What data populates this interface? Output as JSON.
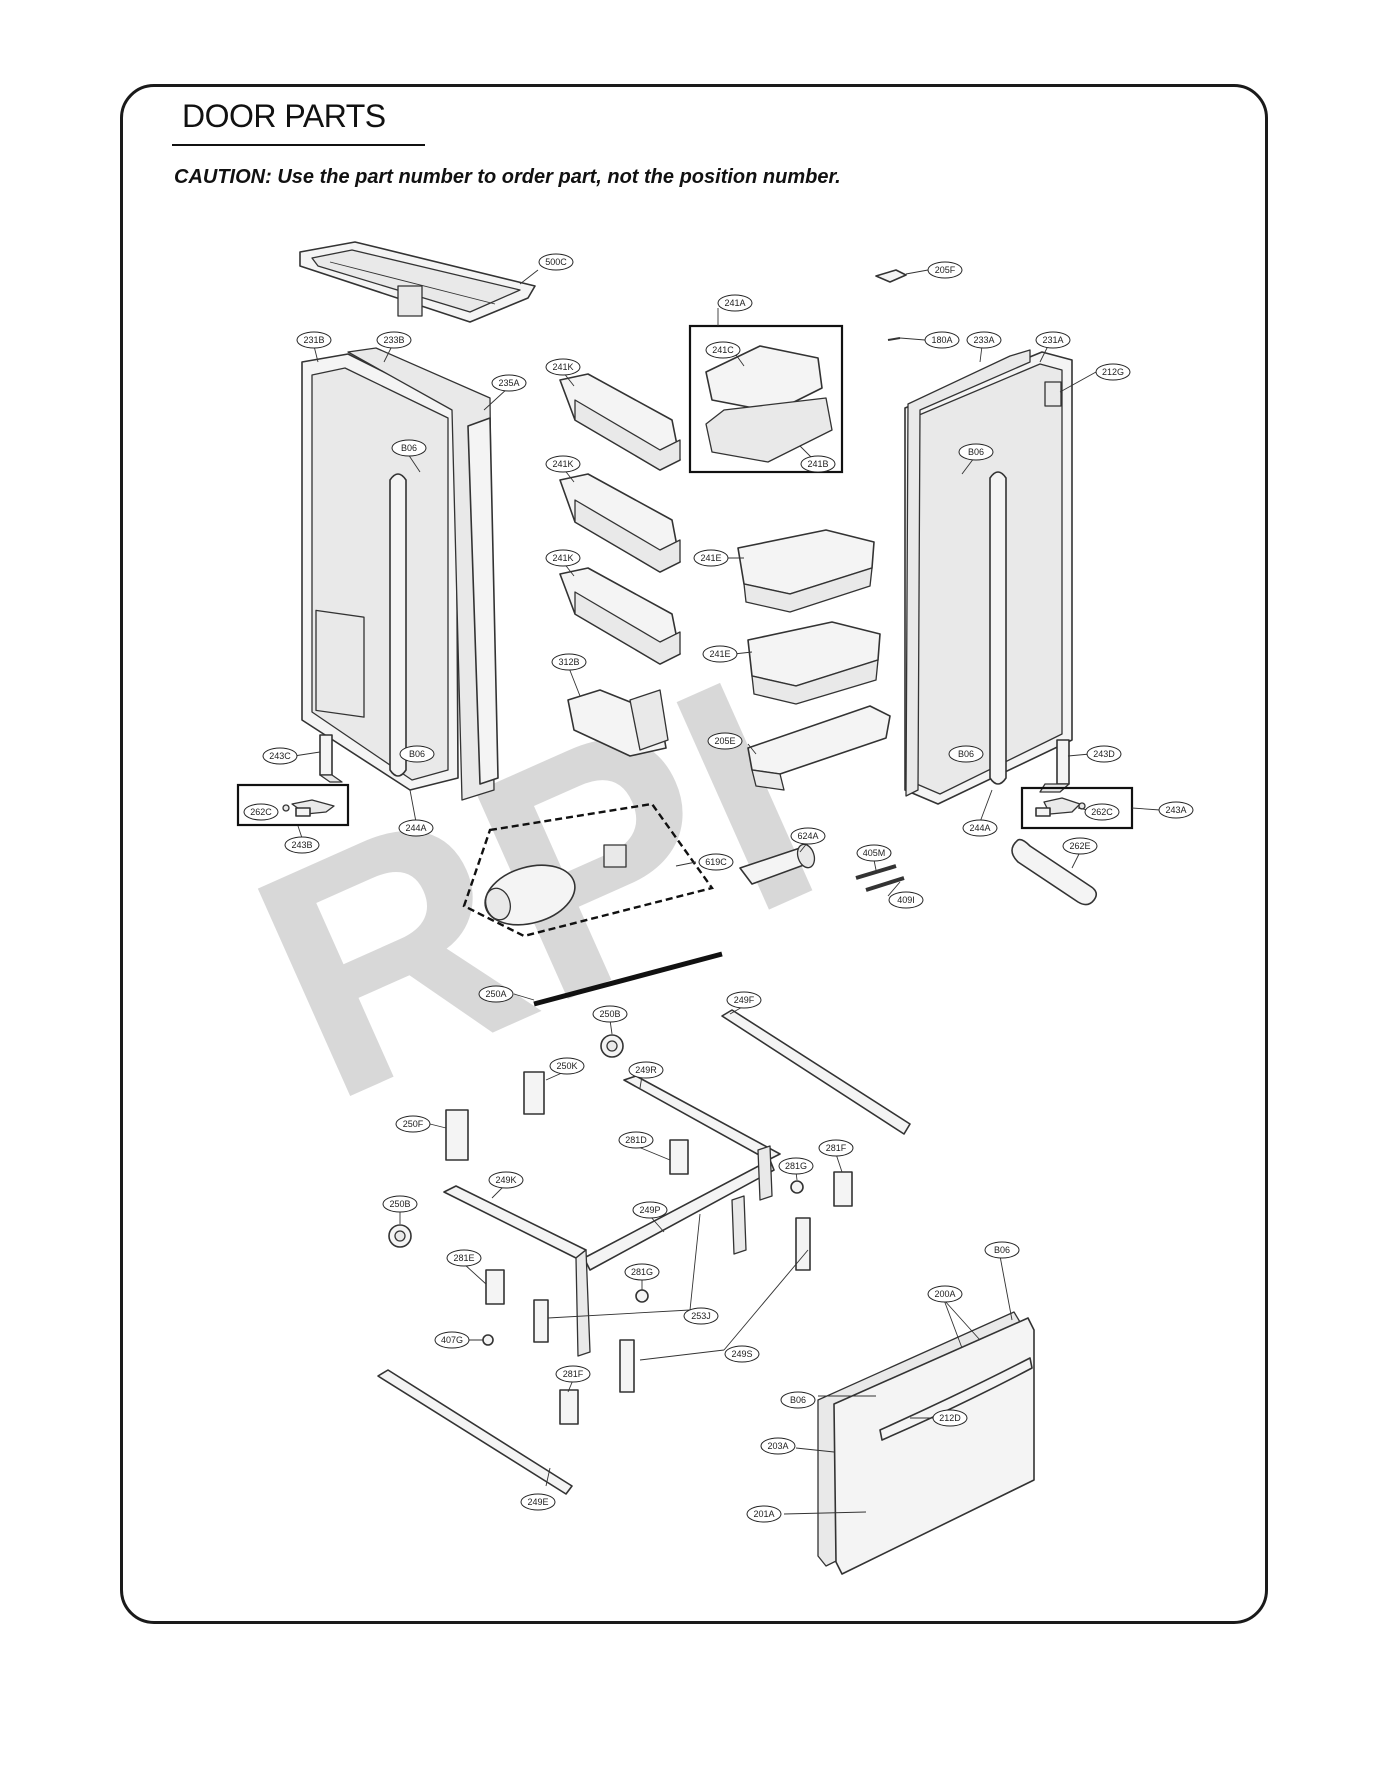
{
  "page": {
    "title": "DOOR PARTS",
    "caution": "CAUTION: Use the part number to order part, not the position number.",
    "watermark": "RPI"
  },
  "callouts": [
    {
      "id": "c-500c",
      "text": "500C"
    },
    {
      "id": "c-205f",
      "text": "205F"
    },
    {
      "id": "c-241a",
      "text": "241A"
    },
    {
      "id": "c-180a",
      "text": "180A"
    },
    {
      "id": "c-231b",
      "text": "231B"
    },
    {
      "id": "c-233b",
      "text": "233B"
    },
    {
      "id": "c-233a",
      "text": "233A"
    },
    {
      "id": "c-231a",
      "text": "231A"
    },
    {
      "id": "c-212g",
      "text": "212G"
    },
    {
      "id": "c-241k-1",
      "text": "241K"
    },
    {
      "id": "c-241c",
      "text": "241C"
    },
    {
      "id": "c-235a",
      "text": "235A"
    },
    {
      "id": "c-b06-1",
      "text": "B06"
    },
    {
      "id": "c-241b",
      "text": "241B"
    },
    {
      "id": "c-b06-2",
      "text": "B06"
    },
    {
      "id": "c-241k-2",
      "text": "241K"
    },
    {
      "id": "c-241e-1",
      "text": "241E"
    },
    {
      "id": "c-241k-3",
      "text": "241K"
    },
    {
      "id": "c-241e-2",
      "text": "241E"
    },
    {
      "id": "c-312b",
      "text": "312B"
    },
    {
      "id": "c-205e",
      "text": "205E"
    },
    {
      "id": "c-243c",
      "text": "243C"
    },
    {
      "id": "c-b06-3",
      "text": "B06"
    },
    {
      "id": "c-b06-4",
      "text": "B06"
    },
    {
      "id": "c-243d",
      "text": "243D"
    },
    {
      "id": "c-262c-1",
      "text": "262C"
    },
    {
      "id": "c-262c-2",
      "text": "262C"
    },
    {
      "id": "c-243a",
      "text": "243A"
    },
    {
      "id": "c-244a-1",
      "text": "244A"
    },
    {
      "id": "c-244a-2",
      "text": "244A"
    },
    {
      "id": "c-243b",
      "text": "243B"
    },
    {
      "id": "c-624a",
      "text": "624A"
    },
    {
      "id": "c-405m",
      "text": "405M"
    },
    {
      "id": "c-262e",
      "text": "262E"
    },
    {
      "id": "c-619c",
      "text": "619C"
    },
    {
      "id": "c-409i",
      "text": "409I"
    },
    {
      "id": "c-250a",
      "text": "250A"
    },
    {
      "id": "c-249f",
      "text": "249F"
    },
    {
      "id": "c-250b-1",
      "text": "250B"
    },
    {
      "id": "c-250k",
      "text": "250K"
    },
    {
      "id": "c-249r",
      "text": "249R"
    },
    {
      "id": "c-250f",
      "text": "250F"
    },
    {
      "id": "c-281d",
      "text": "281D"
    },
    {
      "id": "c-281f-1",
      "text": "281F"
    },
    {
      "id": "c-281g-1",
      "text": "281G"
    },
    {
      "id": "c-250b-2",
      "text": "250B"
    },
    {
      "id": "c-249k",
      "text": "249K"
    },
    {
      "id": "c-249p",
      "text": "249P"
    },
    {
      "id": "c-281e",
      "text": "281E"
    },
    {
      "id": "c-281g-2",
      "text": "281G"
    },
    {
      "id": "c-253j",
      "text": "253J"
    },
    {
      "id": "c-b06-5",
      "text": "B06"
    },
    {
      "id": "c-200a",
      "text": "200A"
    },
    {
      "id": "c-407g",
      "text": "407G"
    },
    {
      "id": "c-249s",
      "text": "249S"
    },
    {
      "id": "c-281f-2",
      "text": "281F"
    },
    {
      "id": "c-b06-6",
      "text": "B06"
    },
    {
      "id": "c-212d",
      "text": "212D"
    },
    {
      "id": "c-203a",
      "text": "203A"
    },
    {
      "id": "c-249e",
      "text": "249E"
    },
    {
      "id": "c-201a",
      "text": "201A"
    }
  ]
}
